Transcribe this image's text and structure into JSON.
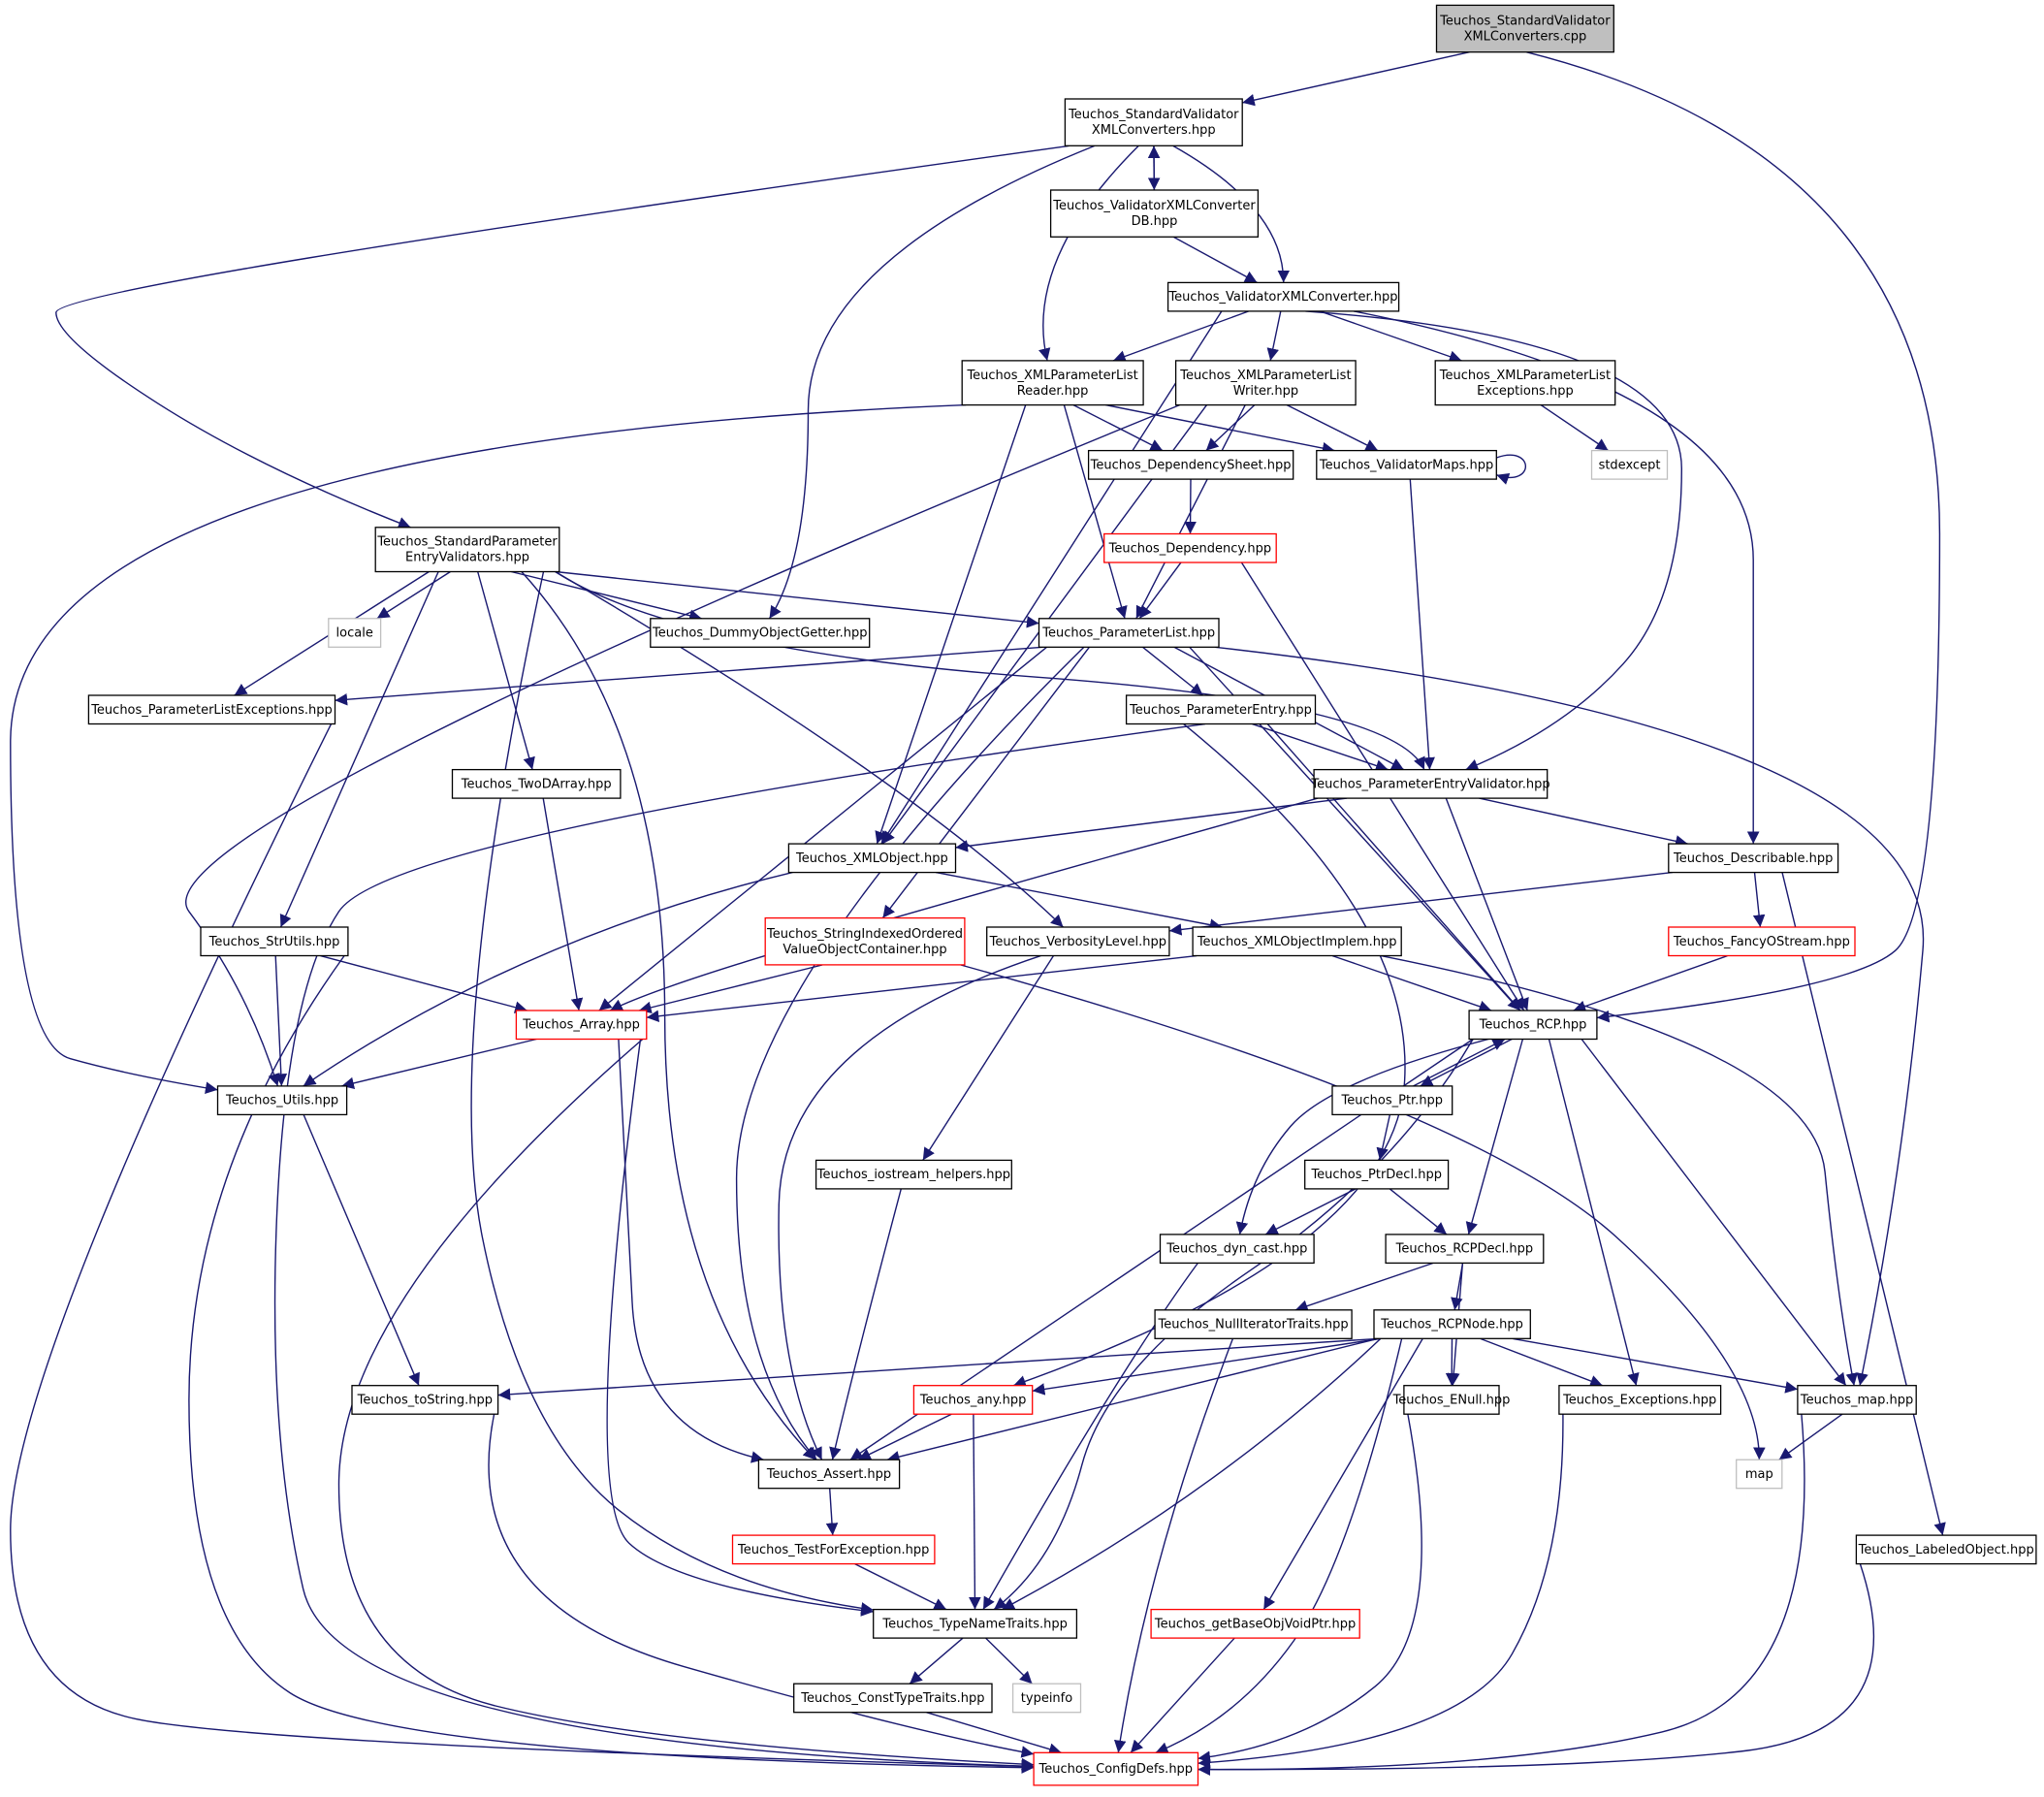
{
  "colors": {
    "background": "#ffffff",
    "edge": "#191970",
    "node_border_black": "#000000",
    "node_border_red": "#ff0000",
    "node_border_gray": "#bfbfbf",
    "root_fill": "#bfbfbf"
  },
  "nodes": [
    {
      "id": "root",
      "lines": [
        "Teuchos_StandardValidator",
        "XMLConverters.cpp"
      ],
      "style": "root"
    },
    {
      "id": "svxc",
      "lines": [
        "Teuchos_StandardValidator",
        "XMLConverters.hpp"
      ],
      "style": "black"
    },
    {
      "id": "vxcdb",
      "lines": [
        "Teuchos_ValidatorXMLConverter",
        "DB.hpp"
      ],
      "style": "black"
    },
    {
      "id": "vxc",
      "lines": [
        "Teuchos_ValidatorXMLConverter.hpp"
      ],
      "style": "black"
    },
    {
      "id": "xplr",
      "lines": [
        "Teuchos_XMLParameterList",
        "Reader.hpp"
      ],
      "style": "black"
    },
    {
      "id": "xplw",
      "lines": [
        "Teuchos_XMLParameterList",
        "Writer.hpp"
      ],
      "style": "black"
    },
    {
      "id": "xple",
      "lines": [
        "Teuchos_XMLParameterList",
        "Exceptions.hpp"
      ],
      "style": "black"
    },
    {
      "id": "stdexcept",
      "lines": [
        "stdexcept"
      ],
      "style": "gray"
    },
    {
      "id": "depsheet",
      "lines": [
        "Teuchos_DependencySheet.hpp"
      ],
      "style": "black"
    },
    {
      "id": "valmaps",
      "lines": [
        "Teuchos_ValidatorMaps.hpp"
      ],
      "style": "black"
    },
    {
      "id": "dep",
      "lines": [
        "Teuchos_Dependency.hpp"
      ],
      "style": "red"
    },
    {
      "id": "spev",
      "lines": [
        "Teuchos_StandardParameter",
        "EntryValidators.hpp"
      ],
      "style": "black"
    },
    {
      "id": "locale",
      "lines": [
        "locale"
      ],
      "style": "gray"
    },
    {
      "id": "dummy",
      "lines": [
        "Teuchos_DummyObjectGetter.hpp"
      ],
      "style": "black"
    },
    {
      "id": "plist",
      "lines": [
        "Teuchos_ParameterList.hpp"
      ],
      "style": "black"
    },
    {
      "id": "plexc",
      "lines": [
        "Teuchos_ParameterListExceptions.hpp"
      ],
      "style": "black"
    },
    {
      "id": "pentry",
      "lines": [
        "Teuchos_ParameterEntry.hpp"
      ],
      "style": "black"
    },
    {
      "id": "twod",
      "lines": [
        "Teuchos_TwoDArray.hpp"
      ],
      "style": "black"
    },
    {
      "id": "pev",
      "lines": [
        "Teuchos_ParameterEntryValidator.hpp"
      ],
      "style": "black"
    },
    {
      "id": "xmlobj",
      "lines": [
        "Teuchos_XMLObject.hpp"
      ],
      "style": "black"
    },
    {
      "id": "describ",
      "lines": [
        "Teuchos_Describable.hpp"
      ],
      "style": "black"
    },
    {
      "id": "strutils",
      "lines": [
        "Teuchos_StrUtils.hpp"
      ],
      "style": "black"
    },
    {
      "id": "sioc",
      "lines": [
        "Teuchos_StringIndexedOrdered",
        "ValueObjectContainer.hpp"
      ],
      "style": "red"
    },
    {
      "id": "verb",
      "lines": [
        "Teuchos_VerbosityLevel.hpp"
      ],
      "style": "black"
    },
    {
      "id": "xmlimpl",
      "lines": [
        "Teuchos_XMLObjectImplem.hpp"
      ],
      "style": "black"
    },
    {
      "id": "fancy",
      "lines": [
        "Teuchos_FancyOStream.hpp"
      ],
      "style": "red"
    },
    {
      "id": "array",
      "lines": [
        "Teuchos_Array.hpp"
      ],
      "style": "red"
    },
    {
      "id": "rcp",
      "lines": [
        "Teuchos_RCP.hpp"
      ],
      "style": "black"
    },
    {
      "id": "utils",
      "lines": [
        "Teuchos_Utils.hpp"
      ],
      "style": "black"
    },
    {
      "id": "ptr",
      "lines": [
        "Teuchos_Ptr.hpp"
      ],
      "style": "black"
    },
    {
      "id": "iosh",
      "lines": [
        "Teuchos_iostream_helpers.hpp"
      ],
      "style": "black"
    },
    {
      "id": "ptrdecl",
      "lines": [
        "Teuchos_PtrDecl.hpp"
      ],
      "style": "black"
    },
    {
      "id": "dyncast",
      "lines": [
        "Teuchos_dyn_cast.hpp"
      ],
      "style": "black"
    },
    {
      "id": "rcpdecl",
      "lines": [
        "Teuchos_RCPDecl.hpp"
      ],
      "style": "black"
    },
    {
      "id": "nullit",
      "lines": [
        "Teuchos_NullIteratorTraits.hpp"
      ],
      "style": "black"
    },
    {
      "id": "rcpnode",
      "lines": [
        "Teuchos_RCPNode.hpp"
      ],
      "style": "black"
    },
    {
      "id": "tostring",
      "lines": [
        "Teuchos_toString.hpp"
      ],
      "style": "black"
    },
    {
      "id": "any",
      "lines": [
        "Teuchos_any.hpp"
      ],
      "style": "red"
    },
    {
      "id": "enull",
      "lines": [
        "Teuchos_ENull.hpp"
      ],
      "style": "black"
    },
    {
      "id": "exc",
      "lines": [
        "Teuchos_Exceptions.hpp"
      ],
      "style": "black"
    },
    {
      "id": "tmap",
      "lines": [
        "Teuchos_map.hpp"
      ],
      "style": "black"
    },
    {
      "id": "assert",
      "lines": [
        "Teuchos_Assert.hpp"
      ],
      "style": "black"
    },
    {
      "id": "map",
      "lines": [
        "map"
      ],
      "style": "gray"
    },
    {
      "id": "tfe",
      "lines": [
        "Teuchos_TestForException.hpp"
      ],
      "style": "red"
    },
    {
      "id": "labeled",
      "lines": [
        "Teuchos_LabeledObject.hpp"
      ],
      "style": "black"
    },
    {
      "id": "tnt",
      "lines": [
        "Teuchos_TypeNameTraits.hpp"
      ],
      "style": "black"
    },
    {
      "id": "gbovp",
      "lines": [
        "Teuchos_getBaseObjVoidPtr.hpp"
      ],
      "style": "red"
    },
    {
      "id": "ctt",
      "lines": [
        "Teuchos_ConstTypeTraits.hpp"
      ],
      "style": "black"
    },
    {
      "id": "typeinfo",
      "lines": [
        "typeinfo"
      ],
      "style": "gray"
    },
    {
      "id": "config",
      "lines": [
        "Teuchos_ConfigDefs.hpp"
      ],
      "style": "red"
    }
  ],
  "edges": [
    [
      "root",
      "svxc"
    ],
    [
      "root",
      "rcp"
    ],
    [
      "svxc",
      "vxcdb"
    ],
    [
      "vxcdb",
      "svxc"
    ],
    [
      "svxc",
      "vxc"
    ],
    [
      "svxc",
      "xplr"
    ],
    [
      "svxc",
      "spev"
    ],
    [
      "svxc",
      "dummy"
    ],
    [
      "vxcdb",
      "vxc"
    ],
    [
      "vxc",
      "xplr"
    ],
    [
      "vxc",
      "xplw"
    ],
    [
      "vxc",
      "xple"
    ],
    [
      "vxc",
      "xmlobj"
    ],
    [
      "vxc",
      "pev"
    ],
    [
      "vxc",
      "describ"
    ],
    [
      "xplr",
      "depsheet"
    ],
    [
      "xplr",
      "valmaps"
    ],
    [
      "xplr",
      "plist"
    ],
    [
      "xplr",
      "xmlobj"
    ],
    [
      "xplr",
      "utils"
    ],
    [
      "xplw",
      "depsheet"
    ],
    [
      "xplw",
      "valmaps"
    ],
    [
      "xplw",
      "plist"
    ],
    [
      "xplw",
      "xmlobj"
    ],
    [
      "xplw",
      "utils"
    ],
    [
      "xple",
      "stdexcept"
    ],
    [
      "valmaps",
      "valmaps"
    ],
    [
      "valmaps",
      "pev"
    ],
    [
      "depsheet",
      "dep"
    ],
    [
      "dep",
      "plist"
    ],
    [
      "dep",
      "rcp"
    ],
    [
      "spev",
      "locale"
    ],
    [
      "spev",
      "dummy"
    ],
    [
      "spev",
      "plist"
    ],
    [
      "spev",
      "plexc"
    ],
    [
      "spev",
      "twod"
    ],
    [
      "spev",
      "strutils"
    ],
    [
      "spev",
      "verb"
    ],
    [
      "spev",
      "assert"
    ],
    [
      "spev",
      "tnt"
    ],
    [
      "spev",
      "pev"
    ],
    [
      "plist",
      "plexc"
    ],
    [
      "plist",
      "pentry"
    ],
    [
      "plist",
      "pev"
    ],
    [
      "plist",
      "array"
    ],
    [
      "plist",
      "sioc"
    ],
    [
      "plist",
      "assert"
    ],
    [
      "plist",
      "rcp"
    ],
    [
      "plist",
      "tmap"
    ],
    [
      "pentry",
      "pev"
    ],
    [
      "pentry",
      "rcp"
    ],
    [
      "pentry",
      "any"
    ],
    [
      "pentry",
      "config"
    ],
    [
      "pev",
      "xmlobj"
    ],
    [
      "pev",
      "describ"
    ],
    [
      "pev",
      "rcp"
    ],
    [
      "pev",
      "array"
    ],
    [
      "twod",
      "array"
    ],
    [
      "xmlobj",
      "xmlimpl"
    ],
    [
      "xmlobj",
      "utils"
    ],
    [
      "describ",
      "verb"
    ],
    [
      "describ",
      "fancy"
    ],
    [
      "describ",
      "labeled"
    ],
    [
      "strutils",
      "array"
    ],
    [
      "strutils",
      "utils"
    ],
    [
      "strutils",
      "config"
    ],
    [
      "sioc",
      "array"
    ],
    [
      "sioc",
      "map"
    ],
    [
      "verb",
      "iosh"
    ],
    [
      "verb",
      "assert"
    ],
    [
      "xmlimpl",
      "array"
    ],
    [
      "xmlimpl",
      "rcp"
    ],
    [
      "xmlimpl",
      "tmap"
    ],
    [
      "fancy",
      "rcp"
    ],
    [
      "plexc",
      "config"
    ],
    [
      "array",
      "utils"
    ],
    [
      "array",
      "assert"
    ],
    [
      "array",
      "tnt"
    ],
    [
      "array",
      "config"
    ],
    [
      "utils",
      "tostring"
    ],
    [
      "rcp",
      "ptr"
    ],
    [
      "ptr",
      "rcp"
    ],
    [
      "rcp",
      "dyncast"
    ],
    [
      "rcp",
      "rcpdecl"
    ],
    [
      "rcp",
      "assert"
    ],
    [
      "rcp",
      "exc"
    ],
    [
      "rcp",
      "tmap"
    ],
    [
      "rcp",
      "tnt"
    ],
    [
      "ptr",
      "ptrdecl"
    ],
    [
      "iosh",
      "assert"
    ],
    [
      "ptrdecl",
      "dyncast"
    ],
    [
      "ptrdecl",
      "rcpdecl"
    ],
    [
      "dyncast",
      "tnt"
    ],
    [
      "rcpdecl",
      "rcpnode"
    ],
    [
      "rcpdecl",
      "nullit"
    ],
    [
      "rcpdecl",
      "enull"
    ],
    [
      "nullit",
      "config"
    ],
    [
      "rcpnode",
      "tostring"
    ],
    [
      "rcpnode",
      "any"
    ],
    [
      "rcpnode",
      "assert"
    ],
    [
      "rcpnode",
      "enull"
    ],
    [
      "rcpnode",
      "exc"
    ],
    [
      "rcpnode",
      "tmap"
    ],
    [
      "rcpnode",
      "tnt"
    ],
    [
      "rcpnode",
      "gbovp"
    ],
    [
      "rcpnode",
      "config"
    ],
    [
      "tostring",
      "config"
    ],
    [
      "any",
      "assert"
    ],
    [
      "any",
      "tnt"
    ],
    [
      "enull",
      "config"
    ],
    [
      "exc",
      "config"
    ],
    [
      "tmap",
      "map"
    ],
    [
      "tmap",
      "config"
    ],
    [
      "assert",
      "tfe"
    ],
    [
      "tfe",
      "tnt"
    ],
    [
      "labeled",
      "config"
    ],
    [
      "tnt",
      "ctt"
    ],
    [
      "tnt",
      "typeinfo"
    ],
    [
      "gbovp",
      "config"
    ],
    [
      "ctt",
      "config"
    ]
  ]
}
